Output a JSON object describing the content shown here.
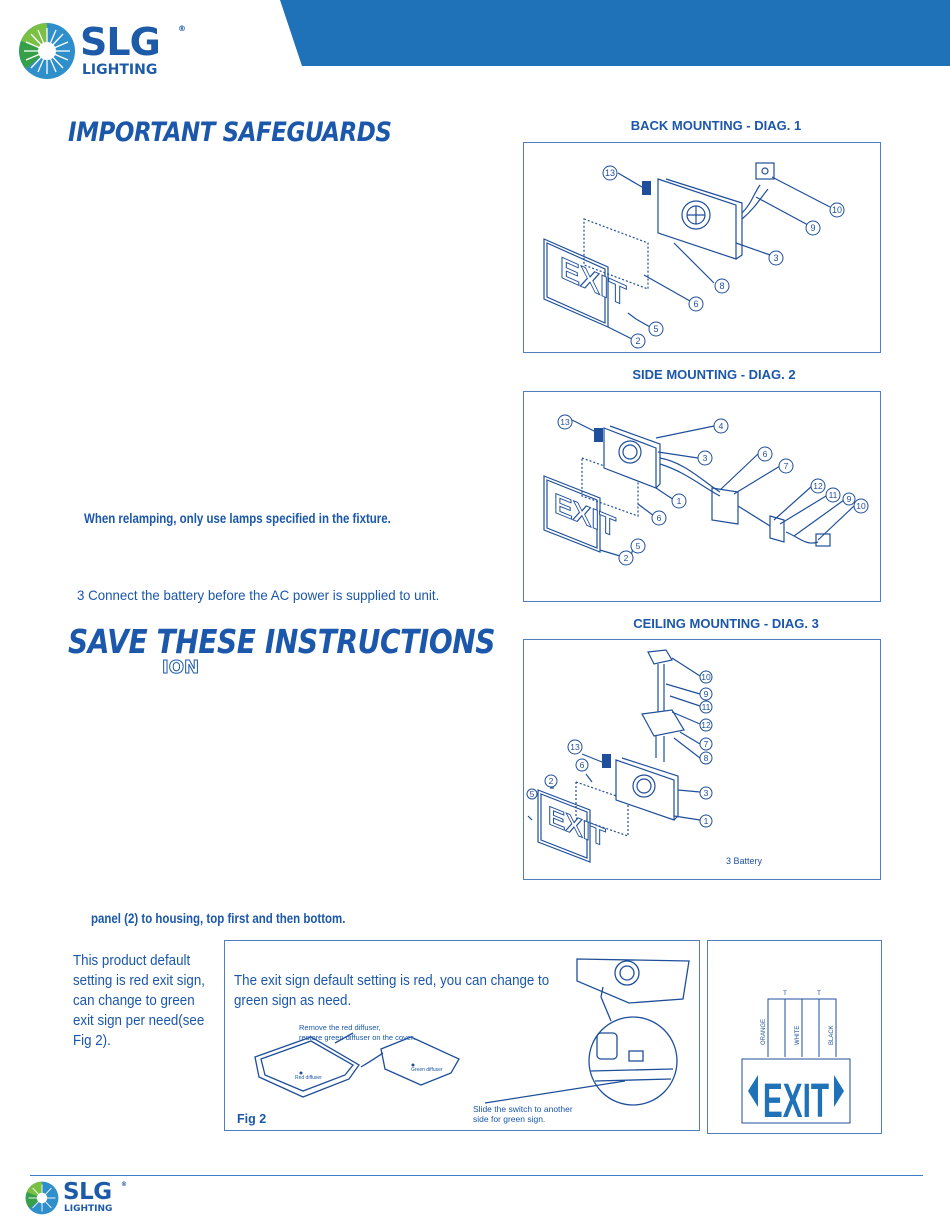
{
  "header": {
    "logo_main": "SLG",
    "logo_sub": "LIGHTING",
    "logo_mark": "®",
    "accent_color": "#1f72b8"
  },
  "left": {
    "safeguards_heading": "IMPORTANT SAFEGUARDS",
    "relamping_note": "When relamping, only use lamps specified in the fixture.",
    "battery_note": "3  Connect the battery before the AC power is supplied to unit.",
    "save_heading": "SAVE THESE INSTRUCTIONS",
    "fragment": "ION",
    "panel_note": "panel (2) to housing, top first and then bottom.",
    "default_note_lines": [
      "This product default",
      "setting is red exit sign,",
      "can change to green",
      "exit sign per need(see",
      "Fig 2)."
    ]
  },
  "diagrams": {
    "back": {
      "title": "BACK MOUNTING - DIAG. 1",
      "callouts": [
        "13",
        "10",
        "9",
        "3",
        "8",
        "6",
        "5",
        "2"
      ],
      "sign_text": "EXIT"
    },
    "side": {
      "title": "SIDE MOUNTING - DIAG. 2",
      "callouts": [
        "13",
        "4",
        "3",
        "6",
        "7",
        "12",
        "11",
        "9",
        "10",
        "1",
        "6",
        "5",
        "2"
      ],
      "sign_text": "EXIT"
    },
    "ceiling": {
      "title": "CEILING MOUNTING - DIAG. 3",
      "callouts": [
        "10",
        "9",
        "11",
        "12",
        "7",
        "8",
        "13",
        "2",
        "6",
        "5",
        "3",
        "1"
      ],
      "sign_text": "EXIT",
      "battery_label": "3    Battery"
    }
  },
  "fig2": {
    "title_lines": [
      "The exit sign default setting is red, you can change to",
      "green sign as need."
    ],
    "remove_note_lines": [
      "Remove the red diffuser,",
      "restore green diffuser on the cover."
    ],
    "red_diffuser": "Red diffuser",
    "green_diffuser": "Green diffuser",
    "switch_note_lines": [
      "Slide the switch to another",
      "side for green sign."
    ],
    "label": "Fig 2"
  },
  "wiring": {
    "t1": "T",
    "t2": "T",
    "wires": [
      "ORANGE",
      "WHITE",
      "BLACK"
    ],
    "sign_text": "EXIT"
  },
  "footer": {
    "logo_main": "SLG",
    "logo_sub": "LIGHTING",
    "logo_mark": "®"
  }
}
